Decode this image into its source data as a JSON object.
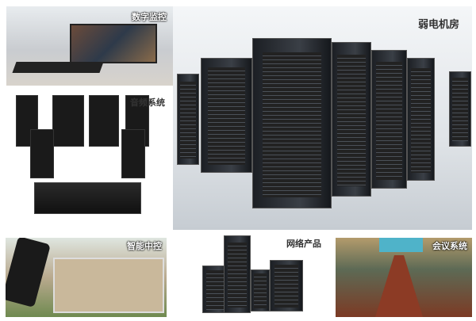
{
  "tiles": {
    "monitoring": {
      "label": "数字监控"
    },
    "audio": {
      "label": "音频系统"
    },
    "server_room": {
      "label": "弱电机房"
    },
    "smart_control": {
      "label": "智能中控"
    },
    "network": {
      "label": "网络产品"
    },
    "conference": {
      "label": "会议系统"
    }
  }
}
